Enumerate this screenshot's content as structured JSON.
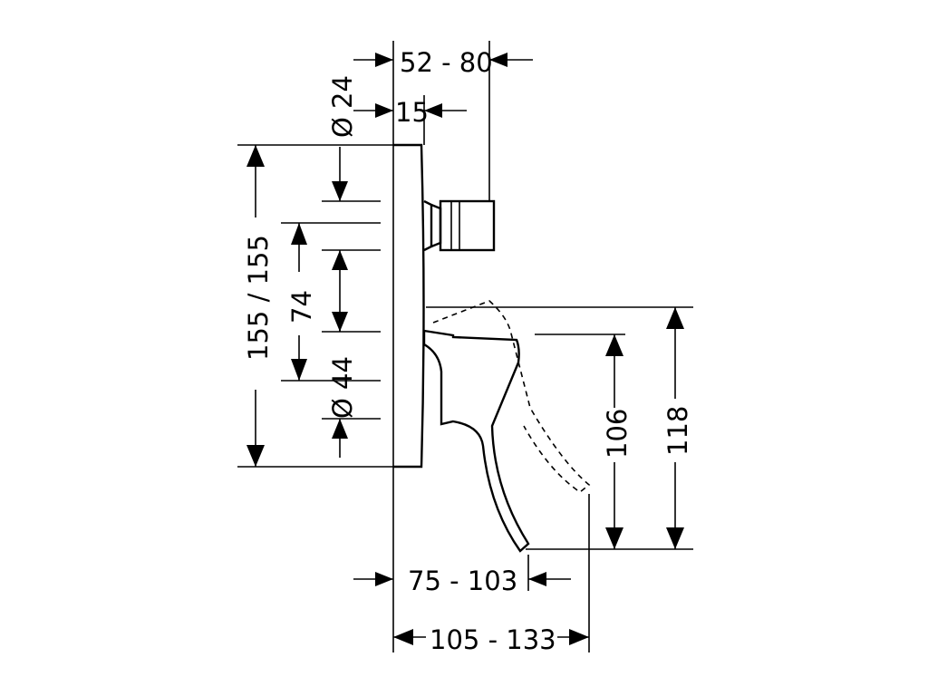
{
  "dimensions": {
    "depth_range_top": "52 - 80",
    "outlet_diameter_label": "Ø 24",
    "outlet_offset": "15",
    "plate_height": "155 / 155",
    "spacing_74": "74",
    "handle_diameter_label": "Ø 44",
    "handle_height_inner": "106",
    "handle_height_outer": "118",
    "projection_handle": "75 - 103",
    "projection_total": "105 - 133"
  }
}
